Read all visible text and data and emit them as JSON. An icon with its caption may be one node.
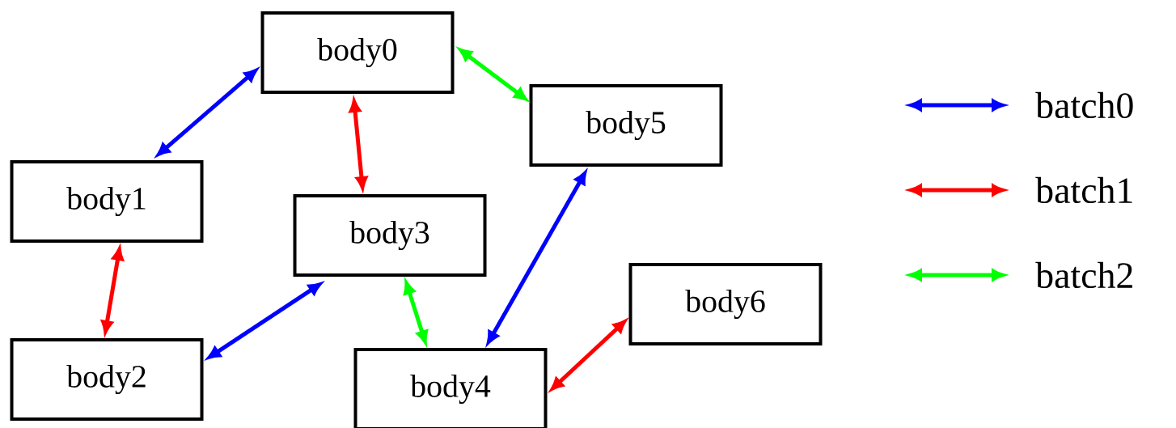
{
  "diagram": {
    "nodes": [
      {
        "text": [
          "body0"
        ]
      },
      {
        "text": [
          "body1"
        ]
      },
      {
        "text": [
          "body2"
        ]
      },
      {
        "text": [
          "body3"
        ]
      },
      {
        "text": [
          "body4"
        ]
      },
      {
        "text": [
          "body5"
        ]
      },
      {
        "text": [
          "body6"
        ]
      }
    ],
    "edges": [
      {
        "from": 0,
        "to": 1,
        "arrow": "both",
        "color": "#0000ff"
      },
      {
        "from": 0,
        "to": 3,
        "arrow": "both",
        "color": "#ff0000"
      },
      {
        "from": 0,
        "to": 5,
        "arrow": "both",
        "color": "#00ff00"
      },
      {
        "from": 1,
        "to": 2,
        "arrow": "both",
        "color": "#ff0000"
      },
      {
        "from": 2,
        "to": 3,
        "arrow": "both",
        "color": "#0000ff"
      },
      {
        "from": 3,
        "to": 4,
        "arrow": "both",
        "color": "#00ff00"
      },
      {
        "from": 5,
        "to": 4,
        "arrow": "both",
        "color": "#0000ff"
      },
      {
        "from": 6,
        "to": 4,
        "arrow": "both",
        "color": "#ff0000"
      }
    ],
    "legend": [
      {
        "text": "batch0",
        "color": "#0000ff"
      },
      {
        "text": "batch1",
        "color": "#ff0000"
      },
      {
        "text": "batch2",
        "color": "#00ff00"
      }
    ]
  }
}
